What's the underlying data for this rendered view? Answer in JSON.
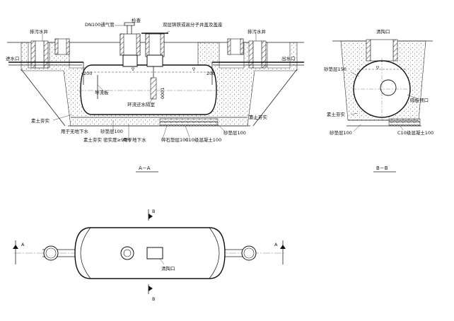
{
  "section_aa": {
    "label_drain_well_left": "排污水井",
    "label_drain_well_right": "排污水井",
    "label_vent_pipe": "DN100通气管",
    "label_cover": "检查",
    "label_double_cover": "双层铸铁或高分子井盖及盖座",
    "label_inlet": "进水口",
    "label_outlet": "出水口",
    "label_guide_plate": "导流板",
    "label_baffle": "环流迂水隔室",
    "label_backfill_left": "素土夯实",
    "label_backfill_right": "素土夯实",
    "label_no_groundwater": "用于无地下水",
    "label_sand_layer": "砂垫层100",
    "label_compaction": "素土夯实 密实度≥90%",
    "label_groundwater": "用于地下水",
    "label_gravel": "碎石垫层100",
    "label_concrete": "C10级混凝土100",
    "label_sand_right": "砂垫层100",
    "dim_200_left": "200",
    "dim_200_right": "200",
    "dim_h_left": "0001",
    "title": "A－A"
  },
  "section_bb": {
    "label_outlet_top": "清掏口",
    "label_sand_layer_150": "砂垫层150",
    "label_partition": "隔板预口",
    "label_backfill": "素土夯实",
    "label_sand_layer_100": "砂垫层100",
    "label_concrete": "C10级混凝土100",
    "title": "B－B"
  },
  "plan": {
    "label_outlet": "清掏口",
    "marker_a": "A",
    "marker_b": "B"
  }
}
